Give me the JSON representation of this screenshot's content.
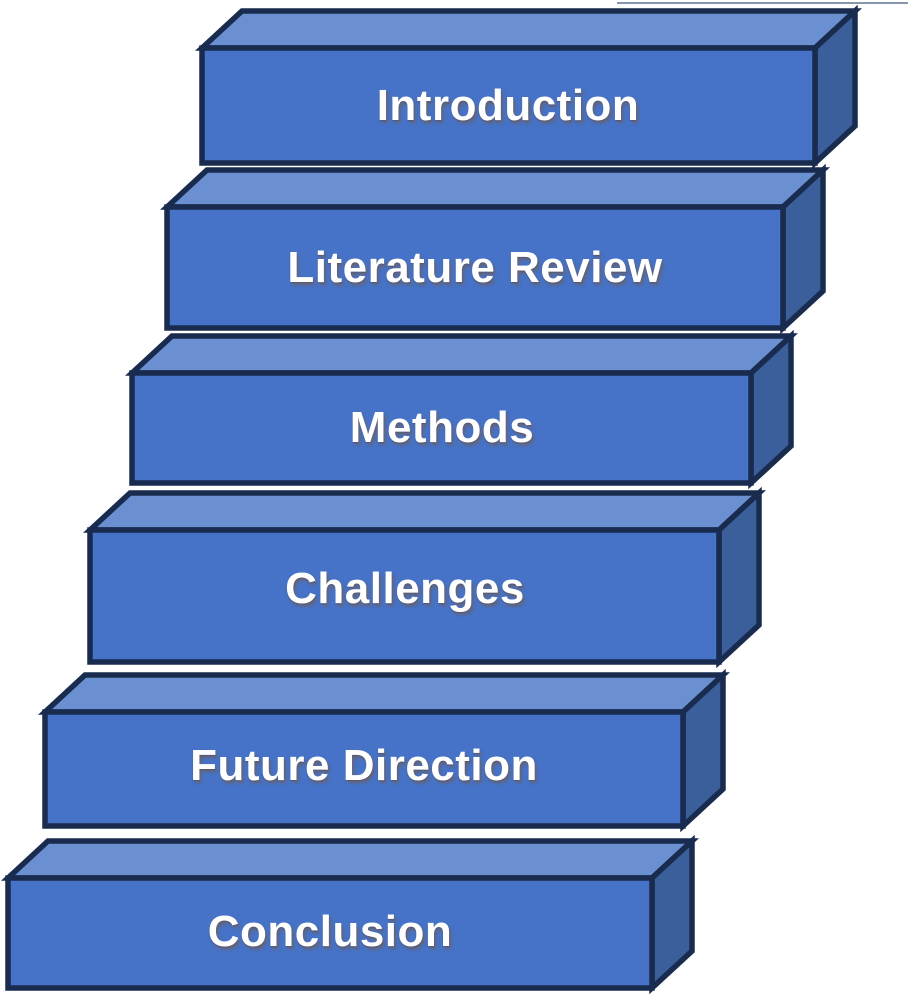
{
  "steps": [
    {
      "label": "Introduction"
    },
    {
      "label": "Literature Review"
    },
    {
      "label": "Methods"
    },
    {
      "label": "Challenges"
    },
    {
      "label": "Future Direction"
    },
    {
      "label": "Conclusion"
    }
  ],
  "colors": {
    "front": "#4673c8",
    "top": "#6b90d1",
    "side": "#3a5f9b",
    "outline": "#192b4e",
    "label": "#ffffff",
    "divider": "#8796ad"
  }
}
